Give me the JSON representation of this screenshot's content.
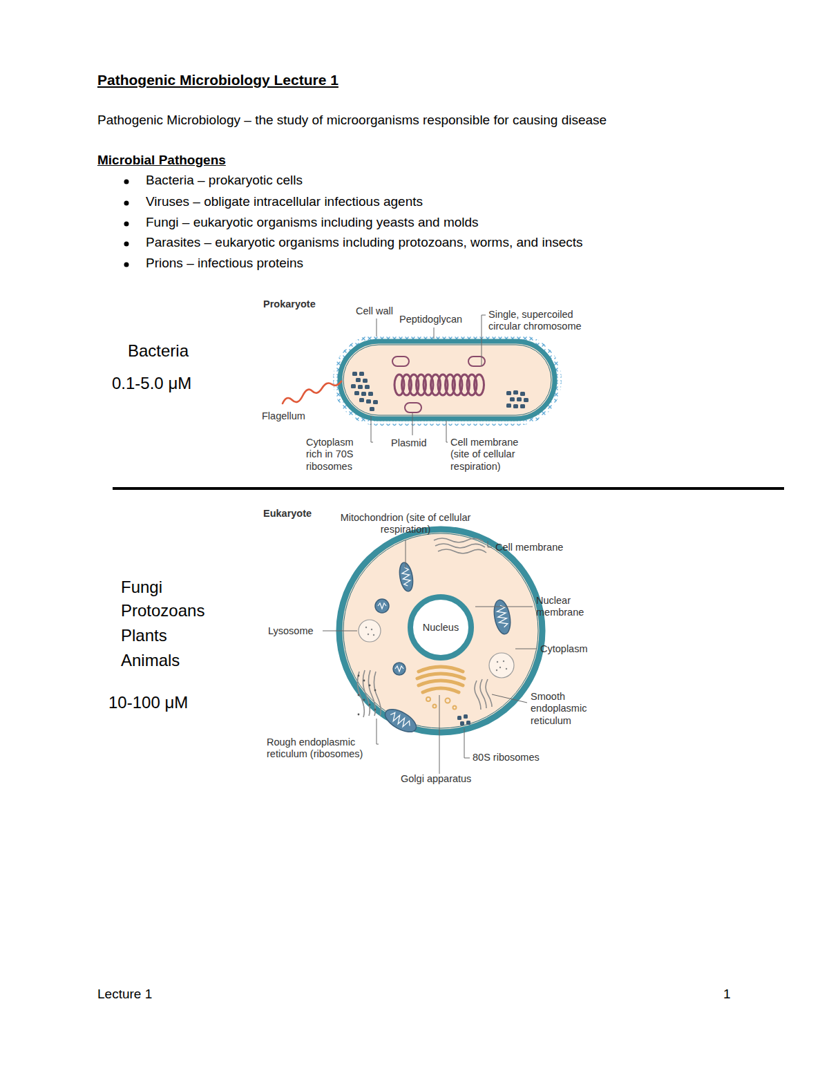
{
  "diagram": {
    "title": "Pathogenic Microbiology Lecture 1",
    "nodes": [
      {
        "text": [
          "Nucleus"
        ]
      }
    ],
    "labels": [
      "Pathogenic Microbiology – the study of microorganisms responsible for causing disease",
      "Microbial Pathogens",
      "Bacteria – prokaryotic cells",
      "Viruses – obligate intracellular infectious agents",
      "Fungi – eukaryotic organisms including yeasts and molds",
      "Parasites – eukaryotic organisms including protozoans, worms, and insects",
      "Prions – infectious proteins",
      "Prokaryote",
      "Cell wall",
      "Peptidoglycan",
      "Single, supercoiled circular chromosome",
      "Bacteria",
      "0.1-5.0 μM",
      "Flagellum",
      "Cytoplasm rich in 70S ribosomes",
      "Plasmid",
      "Cell membrane (site of cellular respiration)",
      "Eukaryote",
      "Mitochondrion (site of cellular respiration)",
      "Cell membrane",
      "Fungi",
      "Protozoans",
      "Plants",
      "Animals",
      "10-100 μM",
      "Nuclear membrane",
      "Lysosome",
      "Cytoplasm",
      "Smooth endoplasmic reticulum",
      "Rough endoplasmic reticulum (ribosomes)",
      "80S ribosomes",
      "Golgi apparatus",
      "Lecture 1",
      "1"
    ]
  }
}
